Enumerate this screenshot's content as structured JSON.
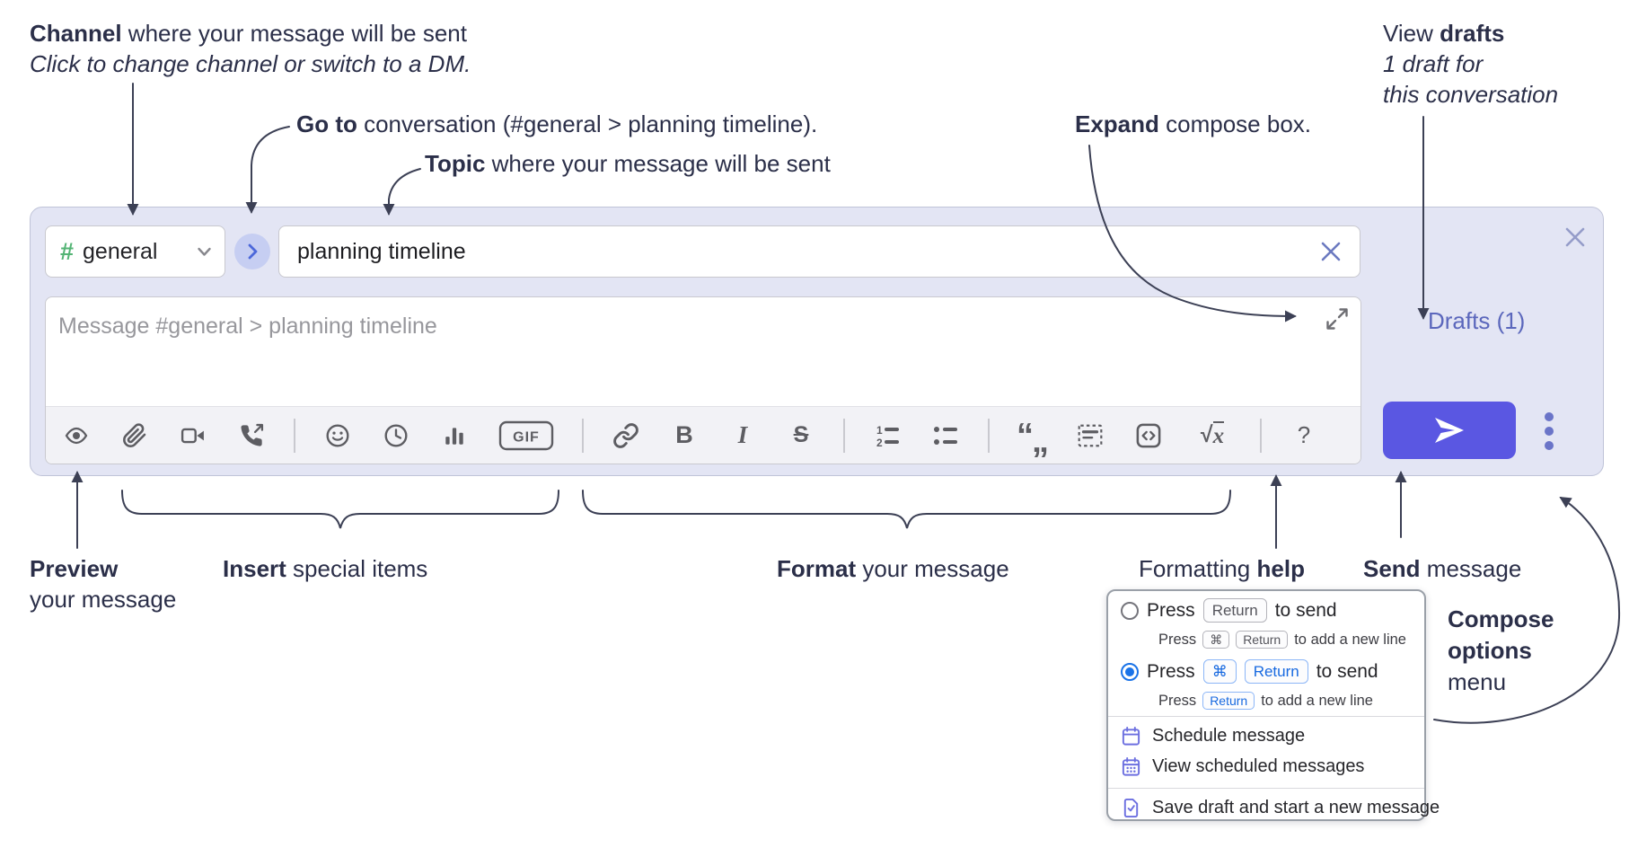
{
  "colors": {
    "annotation_text": "#2b2f49",
    "connector": "#3c4055",
    "compose_bg": "#e3e5f4",
    "accent_send": "#5a57e2",
    "drafts_link": "#5b67bc",
    "channel_hash_green": "#54b475",
    "radio_selected_blue": "#1a73e8",
    "menu_icon_purple": "#6c6fe0",
    "toolbar_icon_gray": "#5d5d62"
  },
  "annotations": {
    "channel": {
      "bold": "Channel",
      "rest": " where your message will be sent",
      "line2": "Click to change channel or switch to a DM."
    },
    "goto": {
      "bold": "Go to",
      "rest": " conversation (#general > planning timeline)."
    },
    "topic": {
      "bold": "Topic",
      "rest": " where your message will be sent"
    },
    "expand": {
      "bold": "Expand",
      "rest": " compose box."
    },
    "drafts": {
      "pre": "View ",
      "bold": "drafts",
      "line2": "1 draft for",
      "line3": "this conversation"
    },
    "preview": {
      "bold": "Preview",
      "line2": "your message"
    },
    "insert": {
      "bold": "Insert",
      "rest": " special items"
    },
    "format": {
      "bold": "Format",
      "rest": " your message"
    },
    "formatting_help": {
      "pre": "Formatting ",
      "bold": "help"
    },
    "send": {
      "bold": "Send",
      "rest": " message"
    },
    "compose_options": {
      "line1": "Compose",
      "line2": "options",
      "line3": "menu"
    }
  },
  "compose": {
    "channel_hash": "#",
    "channel_name": "general",
    "topic_value": "planning timeline",
    "message_placeholder": "Message #general > planning timeline",
    "drafts_label": "Drafts (1)",
    "toolbar": {
      "gif_label": "GIF",
      "bold_label": "B",
      "italic_label": "I",
      "strike_label": "S",
      "ol_1": "1",
      "ol_2": "2",
      "quote_open": "“",
      "quote_close": "„",
      "math_root": "√",
      "math_var": "x",
      "help_label": "?",
      "icon_names": [
        "preview",
        "attach-file",
        "start-video-call",
        "start-voice-call",
        "emoji",
        "add-global-time",
        "add-poll",
        "add-gif",
        "link",
        "bold",
        "italic",
        "strikethrough",
        "numbered-list",
        "bulleted-list",
        "quote",
        "spoiler",
        "code",
        "math",
        "message-formatting-help"
      ]
    }
  },
  "popup": {
    "options": [
      {
        "selected": "false",
        "main_pre": "Press",
        "main_key1": "Return",
        "main_post": "to send",
        "sub_pre": "Press",
        "sub_key1": "⌘",
        "sub_key2": "Return",
        "sub_post": "to add a new line"
      },
      {
        "selected": "true",
        "main_pre": "Press",
        "main_key1": "⌘",
        "main_key2": "Return",
        "main_post": "to send",
        "sub_pre": "Press",
        "sub_key1": "Return",
        "sub_post": "to add a new line"
      }
    ],
    "menu_items": [
      {
        "label": "Schedule message"
      },
      {
        "label": "View scheduled messages"
      },
      {
        "label": "Save draft and start a new message"
      }
    ]
  }
}
